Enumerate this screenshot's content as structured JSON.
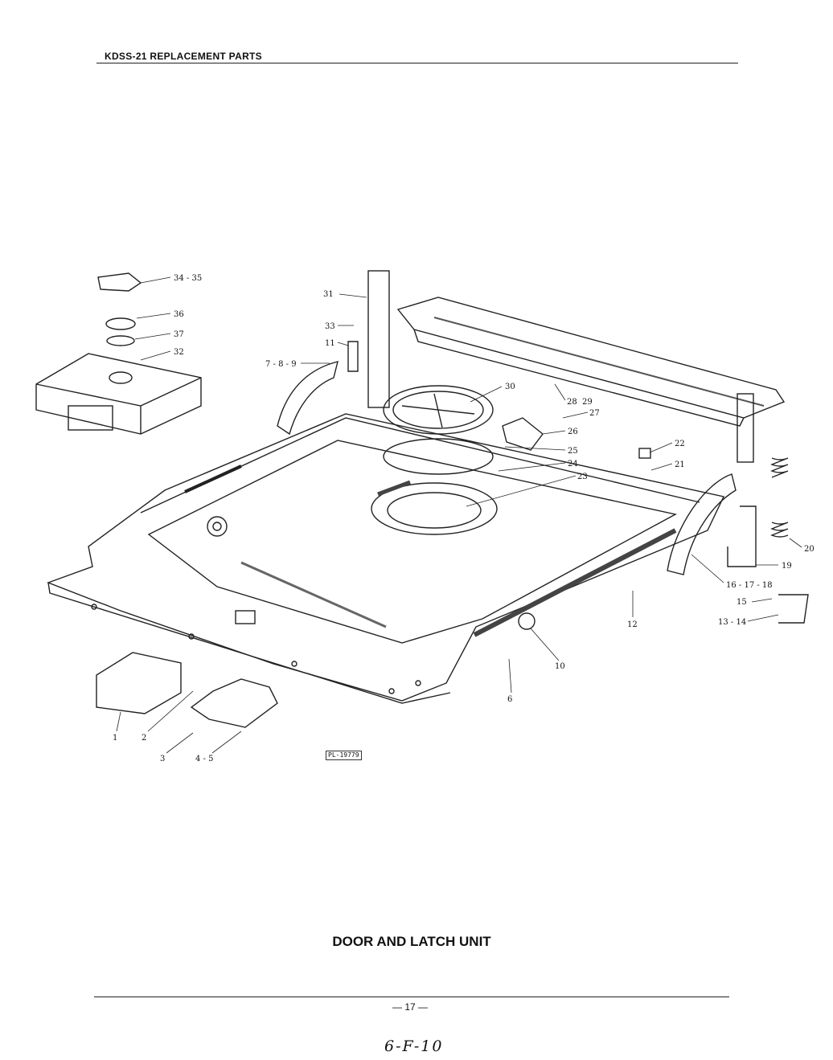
{
  "header": {
    "title": "KDSS-21 REPLACEMENT PARTS"
  },
  "plate_id": "PL-19779",
  "callouts": [
    "34 - 35",
    "36",
    "37",
    "32",
    "31",
    "33",
    "11",
    "7 - 8 - 9",
    "30",
    "28",
    "29",
    "27",
    "26",
    "25",
    "24",
    "23",
    "22",
    "21",
    "20",
    "19",
    "16 - 17 - 18",
    "15",
    "13 - 14",
    "12",
    "10",
    "6",
    "1",
    "2",
    "3",
    "4 - 5"
  ],
  "caption": "DOOR AND LATCH UNIT",
  "footer": {
    "page_number": "— 17 —",
    "handwritten_note": "6-F-10"
  }
}
